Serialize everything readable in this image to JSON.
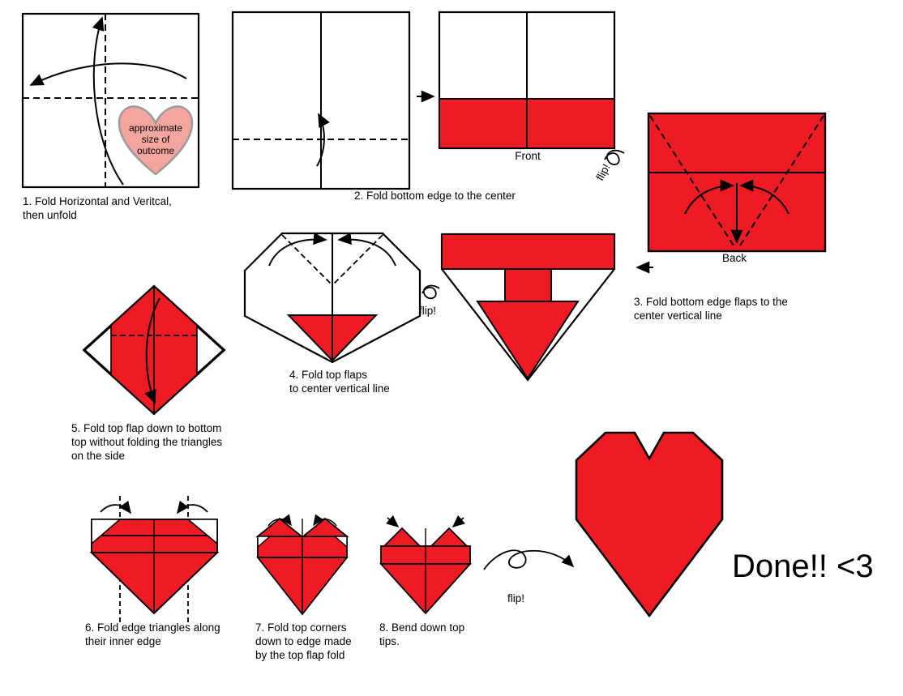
{
  "colors": {
    "red": "#ee1b24",
    "pink": "#f4a5a0",
    "heart_stroke": "#9a9a9a",
    "line": "#000000"
  },
  "step1": {
    "caption_line1": "1. Fold Horizontal and Veritcal,",
    "caption_line2": "then unfold",
    "heart_note_line1": "approximate",
    "heart_note_line2": "size of",
    "heart_note_line3": "outcome"
  },
  "step2": {
    "caption": "2. Fold bottom edge to the center"
  },
  "step3": {
    "front_label": "Front",
    "flip_label": "flip!",
    "back_label": "Back",
    "caption_line1": "3.  Fold bottom edge flaps to the",
    "caption_line2": "center vertical line"
  },
  "step4": {
    "caption_line1": "4.  Fold top flaps",
    "caption_line2": "to center vertical line",
    "flip_label": "flip!"
  },
  "step5": {
    "caption_line1": "5.  Fold top flap down to bottom",
    "caption_line2": "top without folding the triangles",
    "caption_line3": "on the side"
  },
  "step6": {
    "caption_line1": "6.  Fold edge triangles along",
    "caption_line2": "their inner edge"
  },
  "step7": {
    "caption_line1": "7.  Fold top corners",
    "caption_line2": "down to edge made",
    "caption_line3": "by the top flap fold"
  },
  "step8": {
    "caption_line1": "8.  Bend down top",
    "caption_line2": "tips.",
    "flip_label": "flip!"
  },
  "done_label": "Done!! <3"
}
